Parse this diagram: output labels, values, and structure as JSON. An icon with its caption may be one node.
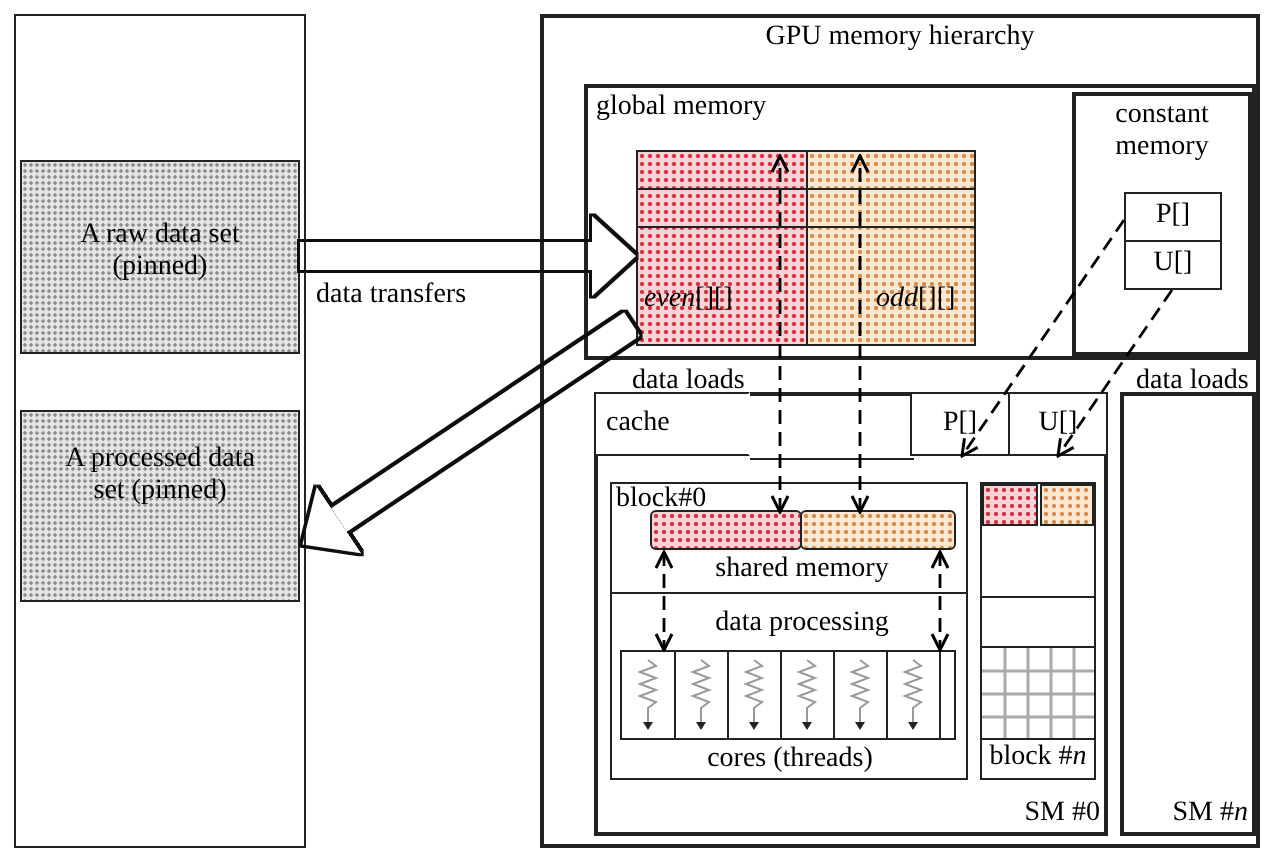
{
  "diagram": {
    "nodes": [
      {
        "text": [],
        "shape": "box"
      },
      {
        "text": [
          "A raw data set (pinned)"
        ],
        "in": 0
      },
      {
        "text": [
          "A processed data set (pinned)"
        ],
        "in": 0
      },
      {
        "text": [
          "GPU memory hierarchy"
        ]
      },
      {
        "text": [
          "global memory"
        ],
        "in": 3
      },
      {
        "text": [
          "*even*[][]"
        ],
        "in": 4
      },
      {
        "text": [
          "*odd*[][]"
        ],
        "in": 4
      },
      {
        "text": [
          "constant memory"
        ],
        "in": 4
      },
      {
        "text": [
          "P[]"
        ],
        "in": 7
      },
      {
        "text": [
          "U[]"
        ],
        "in": 7
      },
      {
        "text": [
          "SM #0"
        ],
        "in": 3
      },
      {
        "text": [
          "cache"
        ],
        "in": 10
      },
      {
        "text": [
          "P[]"
        ],
        "in": 10
      },
      {
        "text": [
          "U[]"
        ],
        "in": 10
      },
      {
        "text": [
          "block#0"
        ],
        "in": 10
      },
      {
        "text": [],
        "shape": "bar",
        "in": 14
      },
      {
        "text": [],
        "shape": "bar",
        "in": 14
      },
      {
        "text": [],
        "shape": "box",
        "in": 14,
        "beside": [
          "cores (threads)"
        ]
      },
      {
        "text": [
          "block #*n*"
        ],
        "in": 10
      },
      {
        "text": [
          "SM #*n*"
        ],
        "in": 3
      }
    ],
    "edges": [
      {
        "from": 1,
        "to": 5,
        "arrow": "to",
        "label": "data transfers",
        "style": "thick"
      },
      {
        "from": 5,
        "to": 2,
        "arrow": "to",
        "style": "thick"
      },
      {
        "from": 15,
        "to": 5,
        "arrow": "both",
        "style": "dashed"
      },
      {
        "from": 16,
        "to": 6,
        "arrow": "both",
        "style": "dashed"
      },
      {
        "from": 8,
        "to": 12,
        "arrow": "to",
        "style": "dashed"
      },
      {
        "from": 9,
        "to": 13,
        "arrow": "to",
        "style": "dashed"
      },
      {
        "from": 15,
        "to": 17,
        "arrow": "both",
        "style": "dashed"
      },
      {
        "from": 16,
        "to": 17,
        "arrow": "both",
        "style": "dashed"
      }
    ],
    "labels": [
      "data loads",
      "data loads",
      "shared memory",
      "data processing"
    ]
  }
}
